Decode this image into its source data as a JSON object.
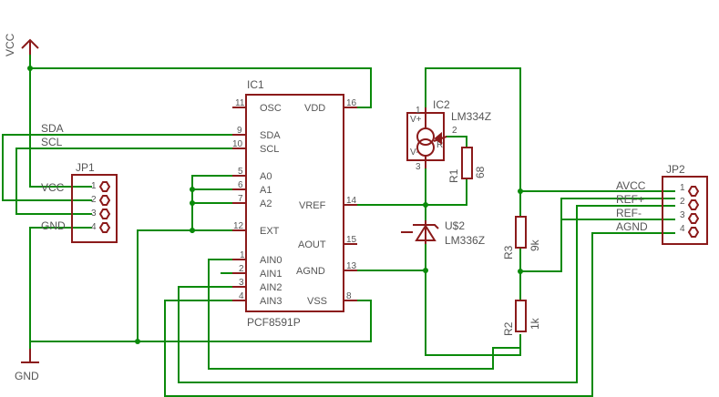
{
  "power": {
    "vcc": "VCC",
    "gnd": "GND"
  },
  "ic1": {
    "ref": "IC1",
    "value": "PCF8591P",
    "pins_left": [
      {
        "num": "11",
        "name": "OSC"
      },
      {
        "num": "9",
        "name": "SDA"
      },
      {
        "num": "10",
        "name": "SCL"
      },
      {
        "num": "5",
        "name": "A0"
      },
      {
        "num": "6",
        "name": "A1"
      },
      {
        "num": "7",
        "name": "A2"
      },
      {
        "num": "12",
        "name": "EXT"
      },
      {
        "num": "1",
        "name": "AIN0"
      },
      {
        "num": "2",
        "name": "AIN1"
      },
      {
        "num": "3",
        "name": "AIN2"
      },
      {
        "num": "4",
        "name": "AIN3"
      }
    ],
    "pins_right": [
      {
        "num": "16",
        "name": "VDD"
      },
      {
        "num": "14",
        "name": "VREF"
      },
      {
        "num": "15",
        "name": "AOUT"
      },
      {
        "num": "13",
        "name": "AGND"
      },
      {
        "num": "8",
        "name": "VSS"
      }
    ]
  },
  "jp1": {
    "ref": "JP1",
    "pins": [
      "1",
      "2",
      "3",
      "4"
    ],
    "nets": [
      "VCC",
      "SDA",
      "SCL",
      "GND"
    ]
  },
  "jp2": {
    "ref": "JP2",
    "pins": [
      "1",
      "2",
      "3",
      "4"
    ],
    "nets": [
      "AVCC",
      "REF+",
      "REF-",
      "AGND"
    ]
  },
  "ic2": {
    "ref": "IC2",
    "value": "LM334Z",
    "vplus": "V+",
    "vminus": "V-",
    "r": "R",
    "pin1": "1",
    "pin2": "2",
    "pin3": "3"
  },
  "r1": {
    "ref": "R1",
    "value": "68"
  },
  "u2": {
    "ref": "U$2",
    "value": "LM336Z"
  },
  "r2": {
    "ref": "R2",
    "value": "1k"
  },
  "r3": {
    "ref": "R3",
    "value": "9k"
  }
}
